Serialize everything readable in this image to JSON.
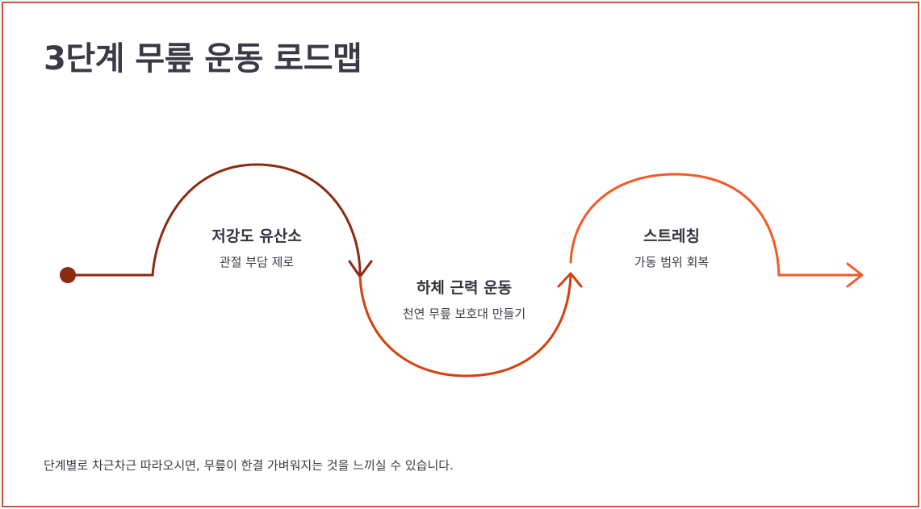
{
  "title": "3단계 무릎 운동 로드맵",
  "stages": [
    {
      "name": "저강도 유산소",
      "desc": "관절 부담 제로",
      "color": "#8b2a10"
    },
    {
      "name": "하체 근력 운동",
      "desc": "천연 무릎 보호대 만들기",
      "color": "#d4410f"
    },
    {
      "name": "스트레칭",
      "desc": "가동 범위 회복",
      "color": "#f25a28"
    }
  ],
  "footer": "단계별로 차근차근 따라오시면, 무릎이 한결 가벼워지는 것을 느끼실 수 있습니다.",
  "colors": {
    "border": "#c9553c",
    "text": "#3a3a46"
  }
}
